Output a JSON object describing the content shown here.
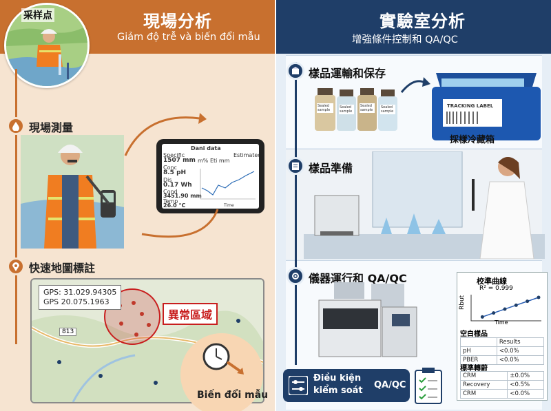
{
  "left": {
    "title": "現場分析",
    "subtitle": "Giảm độ trễ và biến đổi mẫu",
    "sample_point_label": "采样点",
    "steps": [
      {
        "label": "現場測量",
        "icon": "water-drop-icon"
      },
      {
        "label": "快速地圖標註",
        "icon": "map-pin-icon"
      }
    ],
    "tablet": {
      "header": "Dani data",
      "readings": [
        {
          "name": "Specific",
          "value": "1507 mm"
        },
        {
          "name": "Conc",
          "value": "8.5 pH"
        },
        {
          "name": "Dis",
          "value": "0.17 Wh"
        },
        {
          "name": "Cond",
          "value": "3451.90 mm"
        },
        {
          "name": "Temp",
          "value": "26.0 °C"
        }
      ],
      "mid_value": "m% Eti mm",
      "chart_label": "Estimated",
      "x_label": "Time"
    },
    "map": {
      "gps_lines": [
        "GPS: 31.029.94305",
        "GPS 20.075.1963"
      ],
      "road_label": "813",
      "anomaly_label": "異常區域"
    },
    "change_label": "Biến đổi mẫu",
    "colors": {
      "accent": "#c8702f",
      "anomaly": "#c81e1e"
    }
  },
  "right": {
    "title": "實驗室分析",
    "subtitle": "增強條件控制和 QA/QC",
    "steps": [
      {
        "label": "樣品運輸和保存",
        "icon": "box-icon"
      },
      {
        "label": "樣品準備",
        "icon": "clipboard-icon"
      },
      {
        "label": "儀器運行和 QA/QC",
        "icon": "gear-icon"
      }
    ],
    "bottles": [
      "Sealed sample",
      "Sealed sample",
      "Sealed sample",
      "Sealed sample"
    ],
    "cooler_label": "TRACKING LABEL",
    "cooler_caption": "採樣冷藏箱",
    "calibration": {
      "title": "校準曲線",
      "r2": "R² = 0.999",
      "y_label": "Rbut",
      "x_label": "Time",
      "points": [
        [
          1,
          1
        ],
        [
          2,
          2
        ],
        [
          3,
          3
        ],
        [
          4,
          4
        ],
        [
          5,
          5
        ],
        [
          6,
          6
        ]
      ],
      "blank_title": "空白樣品",
      "blank_header": "Results",
      "blank_rows": [
        {
          "name": "pH",
          "value": "<0.0%"
        },
        {
          "name": "PBER",
          "value": "<0.0%"
        }
      ],
      "std_title": "標準轉蔚",
      "std_rows": [
        {
          "name": "CRM",
          "value": "±0.0%"
        },
        {
          "name": "Recovery",
          "value": "<0.5%"
        },
        {
          "name": "CRM",
          "value": "<0.0%"
        }
      ]
    },
    "control": {
      "line1": "Điều kiện",
      "line2": "kiểm soát",
      "tag": "QA/QC"
    },
    "colors": {
      "accent": "#1f3e68"
    }
  }
}
